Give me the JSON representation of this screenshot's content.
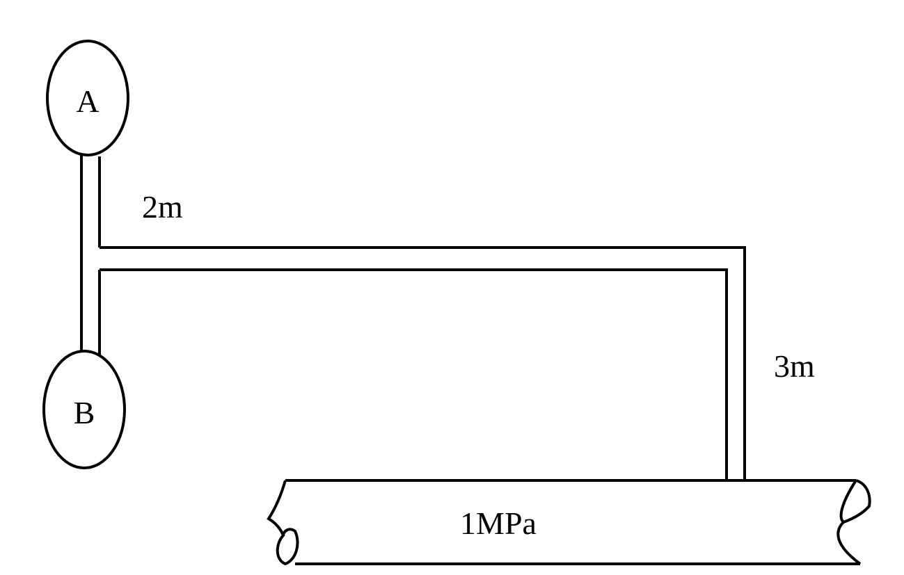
{
  "nodes": {
    "a": {
      "label": "A"
    },
    "b": {
      "label": "B"
    }
  },
  "dimensions": {
    "horizontal_length": "2m",
    "vertical_length": "3m"
  },
  "main_pipe": {
    "pressure": "1MPa"
  },
  "colors": {
    "stroke": "#000000",
    "background": "#ffffff"
  }
}
